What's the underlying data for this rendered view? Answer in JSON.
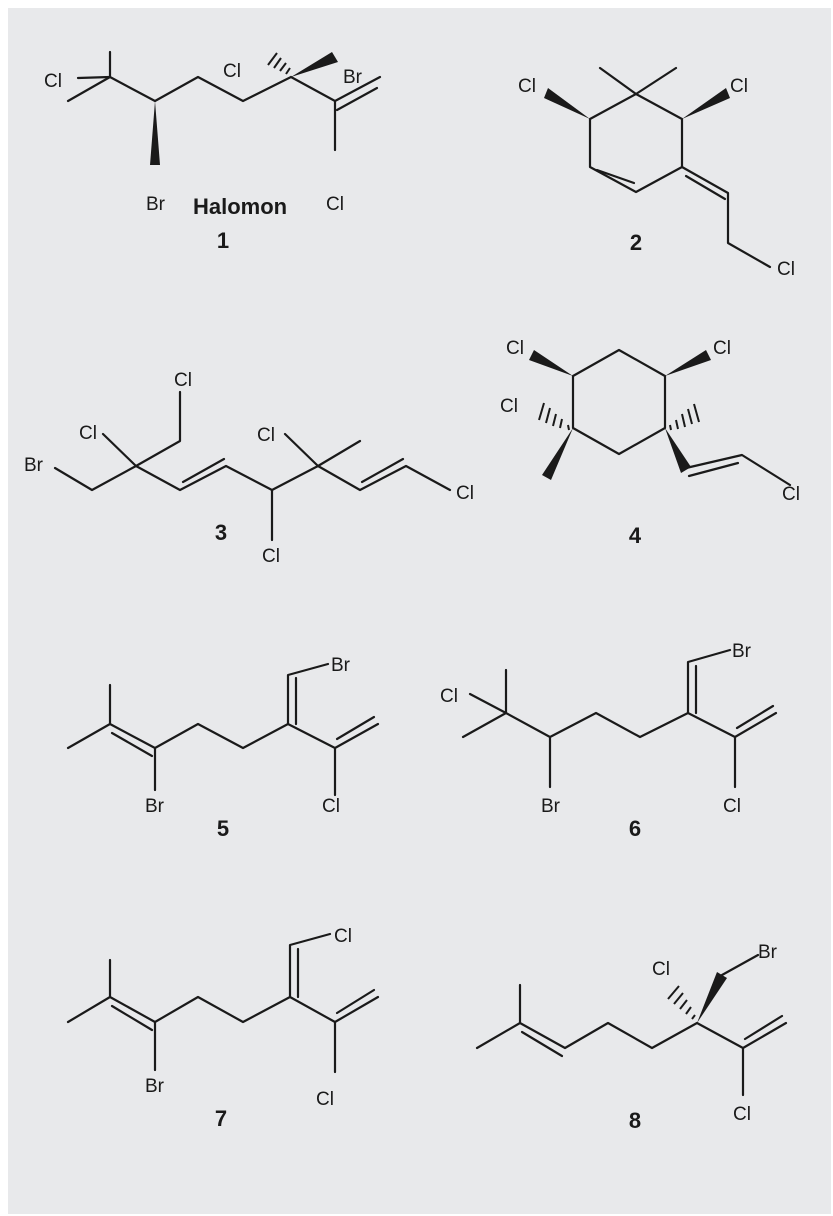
{
  "compounds": [
    {
      "number": "1",
      "name": "Halomon",
      "atoms": [
        "Cl",
        "Cl",
        "Br",
        "Br",
        "Cl"
      ]
    },
    {
      "number": "2",
      "atoms": [
        "Cl",
        "Cl",
        "Cl"
      ]
    },
    {
      "number": "3",
      "atoms": [
        "Cl",
        "Cl",
        "Br",
        "Cl",
        "Cl",
        "Cl"
      ]
    },
    {
      "number": "4",
      "atoms": [
        "Cl",
        "Cl",
        "Cl",
        "Cl"
      ]
    },
    {
      "number": "5",
      "atoms": [
        "Br",
        "Br",
        "Cl"
      ]
    },
    {
      "number": "6",
      "atoms": [
        "Br",
        "Cl",
        "Br",
        "Cl"
      ]
    },
    {
      "number": "7",
      "atoms": [
        "Cl",
        "Br",
        "Cl"
      ]
    },
    {
      "number": "8",
      "atoms": [
        "Cl",
        "Br",
        "Cl"
      ]
    }
  ],
  "colors": {
    "background": "#e8e9eb",
    "ink": "#1a1a1a"
  }
}
